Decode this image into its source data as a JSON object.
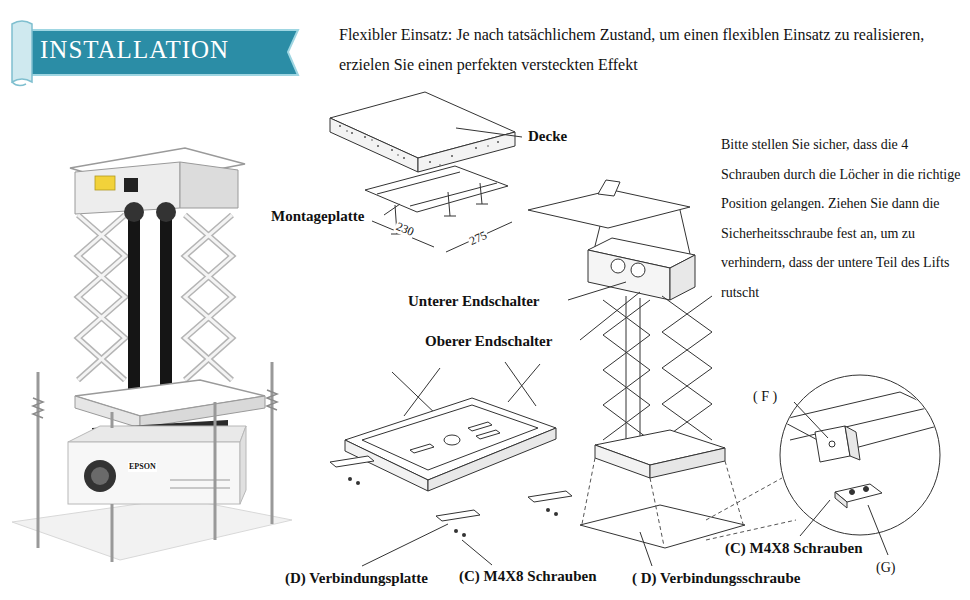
{
  "diagram": {
    "title": "INSTALLATION",
    "labels": [
      "Flexibler Einsatz: Je nach tatsächlichem Zustand, um einen flexiblen Einsatz zu realisieren, erzielen Sie einen perfekten versteckten Effekt",
      "Decke",
      "Bitte stellen Sie sicher, dass die 4 Schrauben durch die Löcher in die richtige Position gelangen. Ziehen Sie dann die Sicherheitsschraube fest an, um zu verhindern, dass der untere Teil des Lifts rutscht",
      "Montageplatte",
      "230",
      "275",
      "Unterer Endschalter",
      "Oberer Endschalter",
      "( F )",
      "EPSON",
      "(C) M4X8 Schrauben",
      "(D) Verbindungsplatte",
      "(C) M4X8 Schrauben",
      "( D) Verbindungsschraube",
      "(G)"
    ]
  }
}
